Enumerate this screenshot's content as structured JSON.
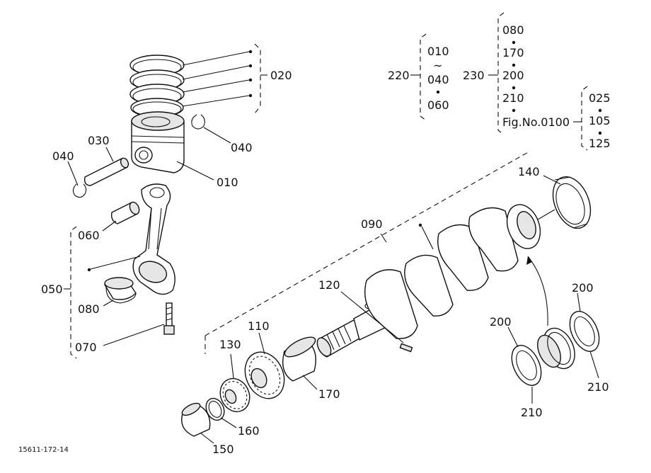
{
  "labels": {
    "l010": "010",
    "l020": "020",
    "l030": "030",
    "l040a": "040",
    "l040b": "040",
    "l050": "050",
    "l060": "060",
    "l070": "070",
    "l080": "080",
    "l090": "090",
    "l110": "110",
    "l120": "120",
    "l130": "130",
    "l140": "140",
    "l150": "150",
    "l160": "160",
    "l170": "170",
    "l200a": "200",
    "l200b": "200",
    "l210a": "210",
    "l210b": "210"
  },
  "legend": {
    "g220": {
      "head": "220",
      "items": [
        "010",
        "~",
        "040",
        "060"
      ]
    },
    "g230": {
      "head": "230",
      "items": [
        "080",
        "170",
        "200",
        "210",
        "Fig.No.0100"
      ]
    },
    "gfig": {
      "items": [
        "025",
        "105",
        "125"
      ]
    }
  },
  "footer": {
    "code": "15611-172-14"
  }
}
